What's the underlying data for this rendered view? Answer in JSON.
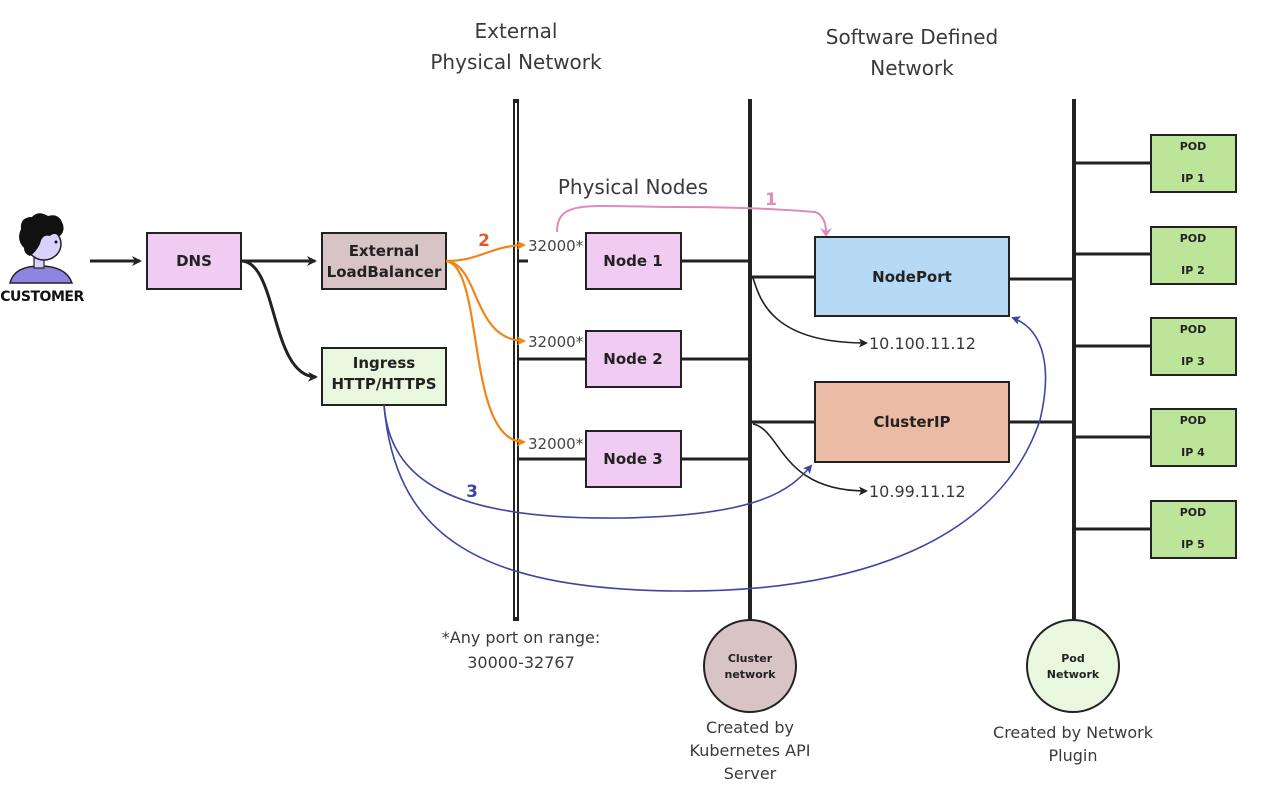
{
  "headers": {
    "external_line1": "External",
    "external_line2": "Physical Network",
    "sdn_line1": "Software Defined",
    "sdn_line2": "Network",
    "physical_nodes": "Physical Nodes"
  },
  "customer": {
    "label": "CUSTOMER"
  },
  "boxes": {
    "dns": "DNS",
    "elb_line1": "External",
    "elb_line2": "LoadBalancer",
    "ingress_line1": "Ingress",
    "ingress_line2": "HTTP/HTTPS",
    "node1": "Node 1",
    "node2": "Node 2",
    "node3": "Node 3",
    "nodeport": "NodePort",
    "clusterip": "ClusterIP"
  },
  "ports": {
    "p1": "32000*",
    "p2": "32000*",
    "p3": "32000*"
  },
  "ips": {
    "nodeport_ip": "10.100.11.12",
    "clusterip_ip": "10.99.11.12"
  },
  "flow_numbers": {
    "n1": "1",
    "n2": "2",
    "n3": "3"
  },
  "pods": [
    {
      "title": "POD",
      "ip": "IP 1"
    },
    {
      "title": "POD",
      "ip": "IP 2"
    },
    {
      "title": "POD",
      "ip": "IP 3"
    },
    {
      "title": "POD",
      "ip": "IP 4"
    },
    {
      "title": "POD",
      "ip": "IP 5"
    }
  ],
  "footnotes": {
    "port_range_line1": "*Any port on range:",
    "port_range_line2": "30000-32767",
    "cluster_created_1": "Created by",
    "cluster_created_2": "Kubernetes API",
    "cluster_created_3": "Server",
    "pod_created_1": "Created by Network",
    "pod_created_2": "Plugin"
  },
  "circles": {
    "cluster_line1": "Cluster",
    "cluster_line2": "network",
    "pod_line1": "Pod",
    "pod_line2": "Network"
  },
  "colors": {
    "flow1": "#e08ab8",
    "flow2": "#f0861a",
    "flow3": "#3d47a0",
    "dns_fill": "#f0cbf2",
    "node_fill": "#f0cbf2",
    "elb_fill": "#d8c4c4",
    "ingress_fill": "#e9f7df",
    "nodeport_fill": "#b6d9f5",
    "clusterip_fill": "#ebbba5",
    "pod_fill": "#bde59a",
    "cluster_circle": "#d8c4c4",
    "pod_circle": "#e9f7df"
  }
}
